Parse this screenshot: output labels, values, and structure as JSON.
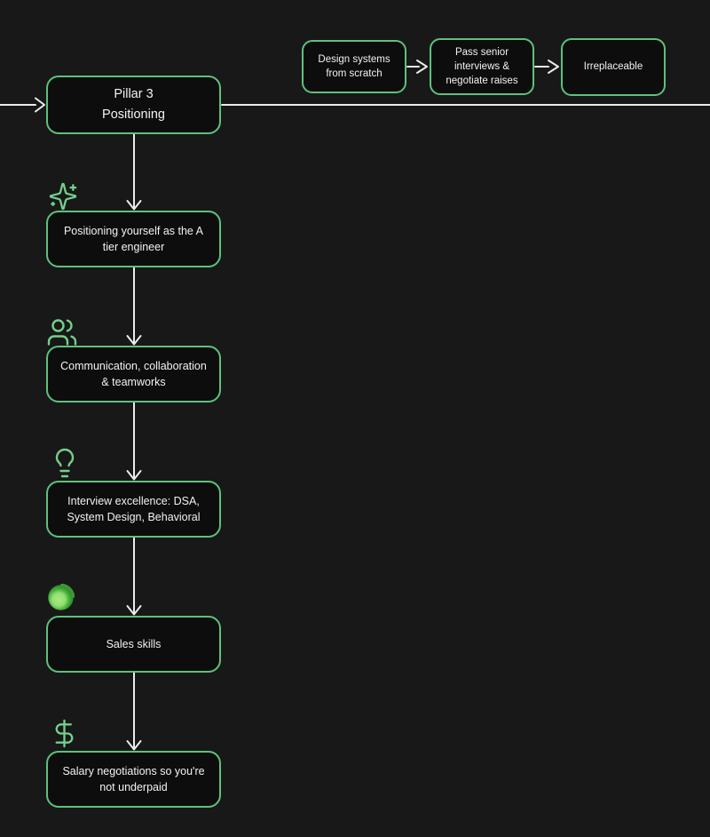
{
  "diagram": {
    "theme": {
      "background": "#181818",
      "node_border_green": "#5cc27c",
      "node_fill": "#0d0d0d",
      "text_color": "#f2f2f2",
      "connector_color": "#ececec",
      "icon_green": "#74cf8c"
    },
    "top_flow": {
      "nodes": [
        {
          "label": "Design systems from scratch"
        },
        {
          "label": "Pass senior interviews & negotiate raises"
        },
        {
          "label": "Irreplaceable"
        }
      ]
    },
    "pillar": {
      "line1": "Pillar 3",
      "line2": "Positioning"
    },
    "chain": [
      {
        "icon": "sparkles-icon",
        "label": "Positioning yourself as the A tier engineer"
      },
      {
        "icon": "users-icon",
        "label": "Communication, collaboration & teamworks"
      },
      {
        "icon": "lightbulb-icon",
        "label": "Interview excellence: DSA, System Design, Behavioral"
      },
      {
        "icon": "green-circle-icon",
        "label": "Sales skills"
      },
      {
        "icon": "dollar-icon",
        "label": "Salary negotiations so you're not underpaid"
      }
    ]
  }
}
